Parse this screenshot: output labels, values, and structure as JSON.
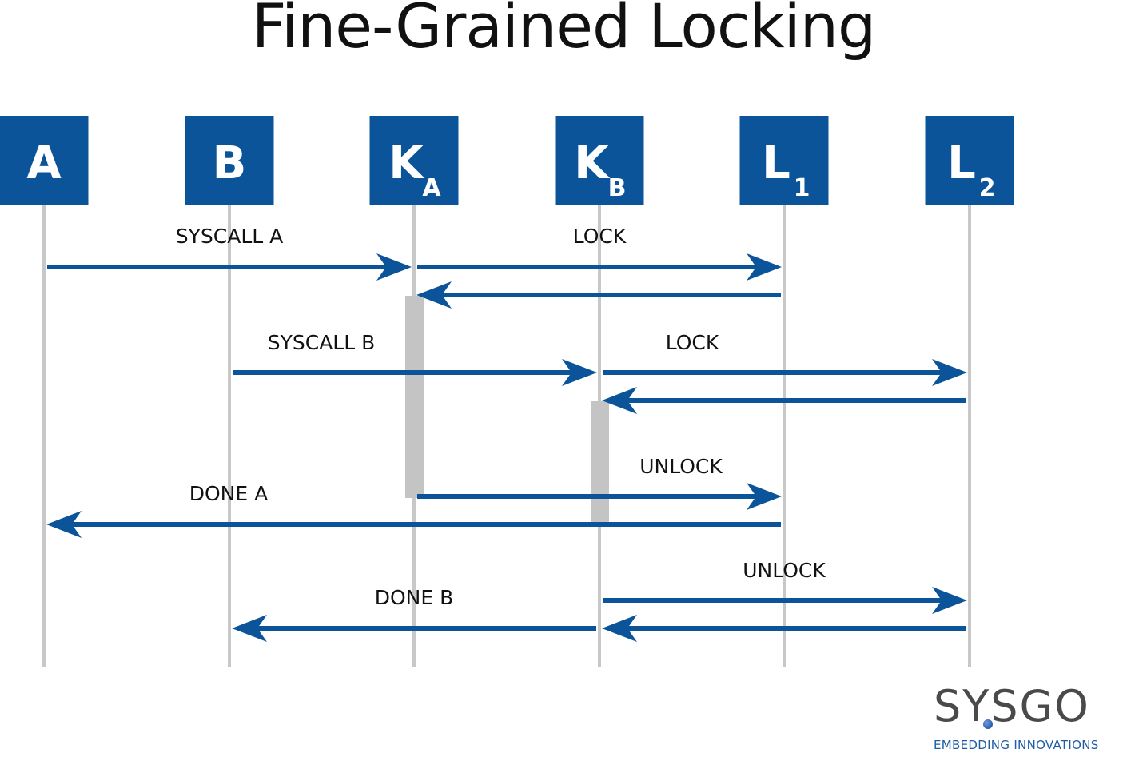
{
  "title": "Fine-Grained Locking",
  "colors": {
    "box": "#0b5499",
    "arrow": "#0b5499",
    "lifeline": "#c8c8c8",
    "activation": "#c4c4c4",
    "text": "#111111"
  },
  "participants": [
    {
      "id": "A",
      "letter": "A",
      "sub": ""
    },
    {
      "id": "B",
      "letter": "B",
      "sub": ""
    },
    {
      "id": "KA",
      "letter": "K",
      "sub": "A"
    },
    {
      "id": "KB",
      "letter": "K",
      "sub": "B"
    },
    {
      "id": "L1",
      "letter": "L",
      "sub": "1"
    },
    {
      "id": "L2",
      "letter": "L",
      "sub": "2"
    }
  ],
  "messages": [
    {
      "from": "A",
      "to": "KA",
      "label": "SYSCALL A"
    },
    {
      "from": "KA",
      "to": "L1",
      "label": "LOCK"
    },
    {
      "from": "L1",
      "to": "KA",
      "label": ""
    },
    {
      "from": "B",
      "to": "KB",
      "label": "SYSCALL B"
    },
    {
      "from": "KB",
      "to": "L2",
      "label": "LOCK"
    },
    {
      "from": "L2",
      "to": "KB",
      "label": ""
    },
    {
      "from": "KA",
      "to": "L1",
      "label": "UNLOCK"
    },
    {
      "from": "L1",
      "to": "A",
      "label": "DONE A"
    },
    {
      "from": "KB",
      "to": "L2",
      "label": "UNLOCK"
    },
    {
      "from": "KB",
      "to": "B",
      "label": "DONE B"
    },
    {
      "from": "L2",
      "to": "KB",
      "label": ""
    }
  ],
  "activations": [
    {
      "participant": "KA"
    },
    {
      "participant": "KB"
    }
  ],
  "logo": {
    "name": "SYSGO",
    "tagline": "EMBEDDING INNOVATIONS"
  }
}
